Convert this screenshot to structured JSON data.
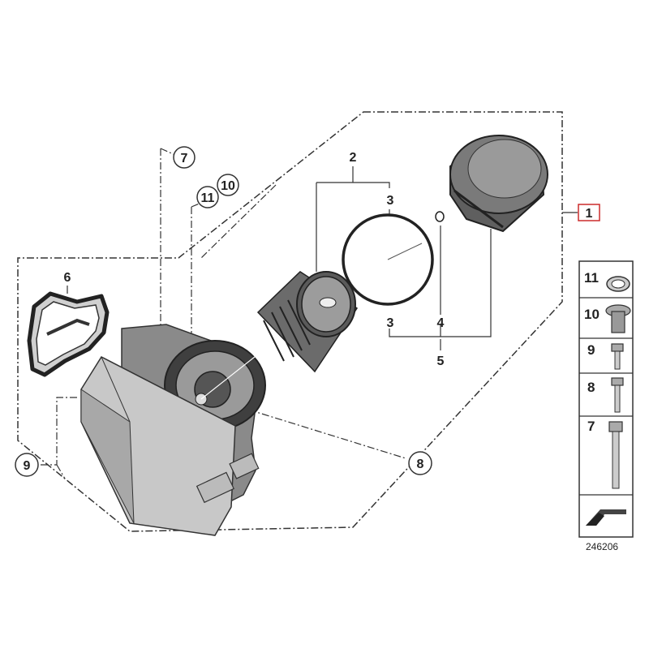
{
  "callouts": {
    "c1": "1",
    "c2": "2",
    "c3a": "3",
    "c3b": "3",
    "c4": "4",
    "c5": "5",
    "c6": "6",
    "c7": "7",
    "c8": "8",
    "c9": "9",
    "c10": "10",
    "c11": "11"
  },
  "legend": {
    "items": [
      {
        "number": "11",
        "part": "sealing-ring"
      },
      {
        "number": "10",
        "part": "screw-plug"
      },
      {
        "number": "9",
        "part": "short-bolt"
      },
      {
        "number": "8",
        "part": "medium-bolt"
      },
      {
        "number": "7",
        "part": "long-bolt"
      }
    ]
  },
  "diagram_number": "246206",
  "colors": {
    "line": "#333333",
    "part_fill": "#bdbdbd",
    "part_dark": "#6e6e6e",
    "highlight_box": "#cc2b2b"
  }
}
